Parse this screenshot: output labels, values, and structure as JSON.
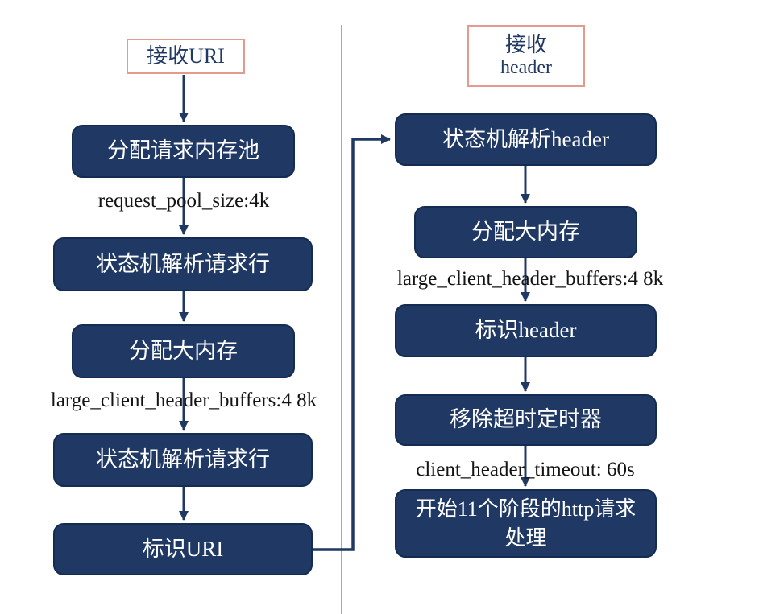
{
  "diagram": {
    "title_hint": "nginx http request processing flowchart",
    "colors": {
      "node_fill": "#1f3864",
      "node_border": "#152c52",
      "node_text": "#ffffff",
      "start_border": "#e59a8f",
      "start_text": "#1f3864",
      "arrow": "#1f3864",
      "divider": "#e2948a",
      "annotation_text": "#141414"
    },
    "left": {
      "start_label": "接收URI",
      "boxes": [
        "分配请求内存池",
        "状态机解析请求行",
        "分配大内存",
        "状态机解析请求行",
        "标识URI"
      ],
      "annotations": [
        "request_pool_size:4k",
        "large_client_header_buffers:4 8k"
      ]
    },
    "right": {
      "start_line1": "接收",
      "start_line2": "header",
      "boxes": [
        "状态机解析header",
        "分配大内存",
        "标识header",
        "移除超时定时器",
        "开始11个阶段的http请求 处理"
      ],
      "annotations": [
        "large_client_header_buffers:4 8k",
        "client_header_timeout: 60s"
      ]
    }
  }
}
